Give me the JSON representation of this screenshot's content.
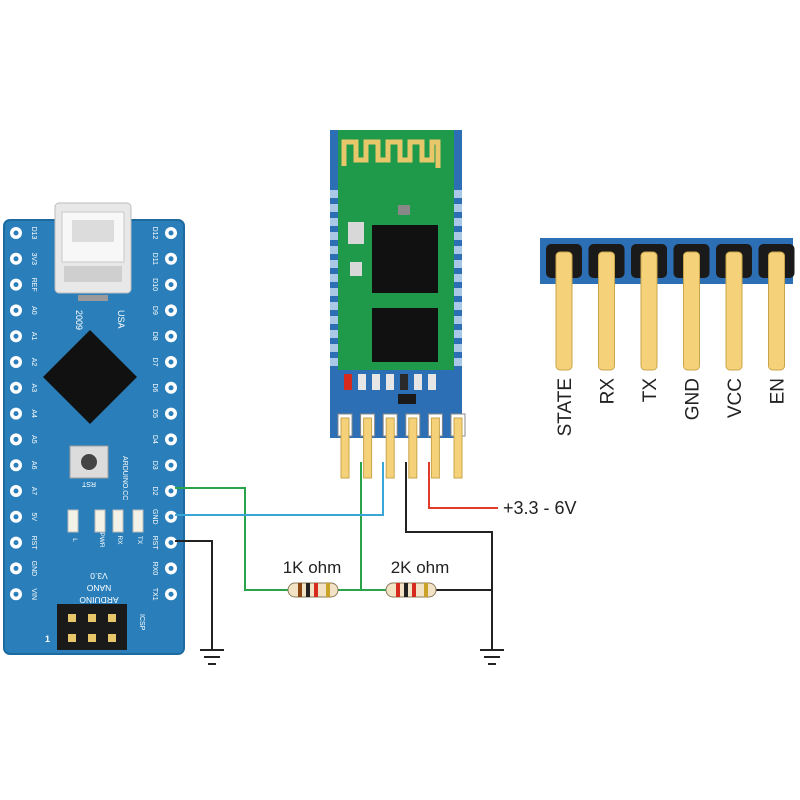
{
  "arduino": {
    "top_pins_left": [
      "D13",
      "3V3",
      "REF",
      "A0",
      "A1",
      "A2",
      "A3",
      "A4",
      "A5",
      "A6",
      "A7",
      "5V",
      "RST",
      "GND",
      "VIN"
    ],
    "top_pins_right": [
      "D12",
      "D11",
      "D10",
      "D9",
      "D8",
      "D7",
      "D6",
      "D5",
      "D4",
      "D3",
      "D2",
      "GND",
      "RST",
      "RX0",
      "TX1"
    ],
    "usb_label": "USA",
    "year_label": "2009",
    "reset_label": "RST",
    "brand_label": "ARDUINO.CC",
    "led_labels": [
      "L",
      "PWR",
      "RX",
      "TX"
    ],
    "model_lines": [
      "ARDUINO",
      "NANO",
      "V3.0"
    ],
    "icsp_label": "ICSP",
    "pin1_label": "1"
  },
  "header_pins": [
    "STATE",
    "RX",
    "TX",
    "GND",
    "VCC",
    "EN"
  ],
  "resistors": {
    "r1": "1K ohm",
    "r2": "2K ohm"
  },
  "power_label": "+3.3 - 6V",
  "colors": {
    "board_blue": "#2a7fba",
    "module_blue": "#2d6fb5",
    "module_green": "#1e9a4a",
    "wire_green": "#2aa44a",
    "wire_blue": "#3aa6d8",
    "wire_red": "#e03a2a",
    "wire_black": "#222222",
    "pin_gold": "#f5d27a"
  }
}
